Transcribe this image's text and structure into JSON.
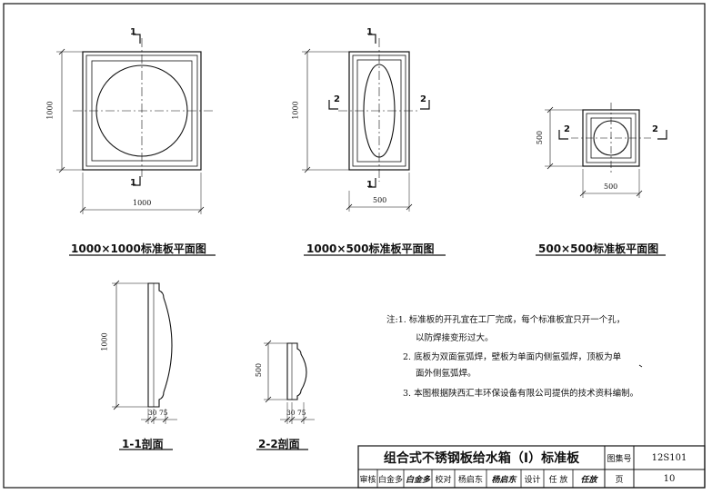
{
  "views": {
    "v1000x1000": {
      "caption": "1000×1000标准板平面图",
      "dim_v": "1000",
      "dim_h": "1000",
      "sec1_top": "1",
      "sec1_bot": "1"
    },
    "v1000x500": {
      "caption": "1000×500标准板平面图",
      "dim_v": "1000",
      "dim_h": "500",
      "sec1_top": "1",
      "sec1_bot": "1",
      "sec2_l": "2",
      "sec2_r": "2"
    },
    "v500x500": {
      "caption": "500×500标准板平面图",
      "dim_v": "500",
      "dim_h": "500",
      "sec2_l": "2",
      "sec2_r": "2"
    }
  },
  "sections": {
    "s1": {
      "caption": "1-1剖面",
      "dim_v": "1000",
      "dim_a": "30",
      "dim_b": "75"
    },
    "s2": {
      "caption": "2-2剖面",
      "dim_v": "500",
      "dim_a": "30",
      "dim_b": "75"
    }
  },
  "notes": {
    "n1a": "注:1. 标准板的开孔宜在工厂完成，每个标准板宜只开一个孔，",
    "n1b": "以防焊接变形过大。",
    "n2a": "2. 底板为双面氩弧焊，壁板为单面内侧氩弧焊，顶板为单",
    "n2b": "面外侧氩弧焊。",
    "n3": "3. 本图根据陕西汇丰环保设备有限公司提供的技术资料编制。"
  },
  "title_block": {
    "title": "组合式不锈钢板给水箱（Ⅰ）标准板",
    "atlas_label": "图集号",
    "atlas_no": "12S101",
    "page_label": "页",
    "page_no": "10",
    "review_label": "审核",
    "review_name": "白金多",
    "check_label": "校对",
    "check_name": "杨启东",
    "design_label": "设计",
    "design_name": "任 放",
    "sig1": "白金多",
    "sig2": "杨启东",
    "sig3": "任放"
  }
}
